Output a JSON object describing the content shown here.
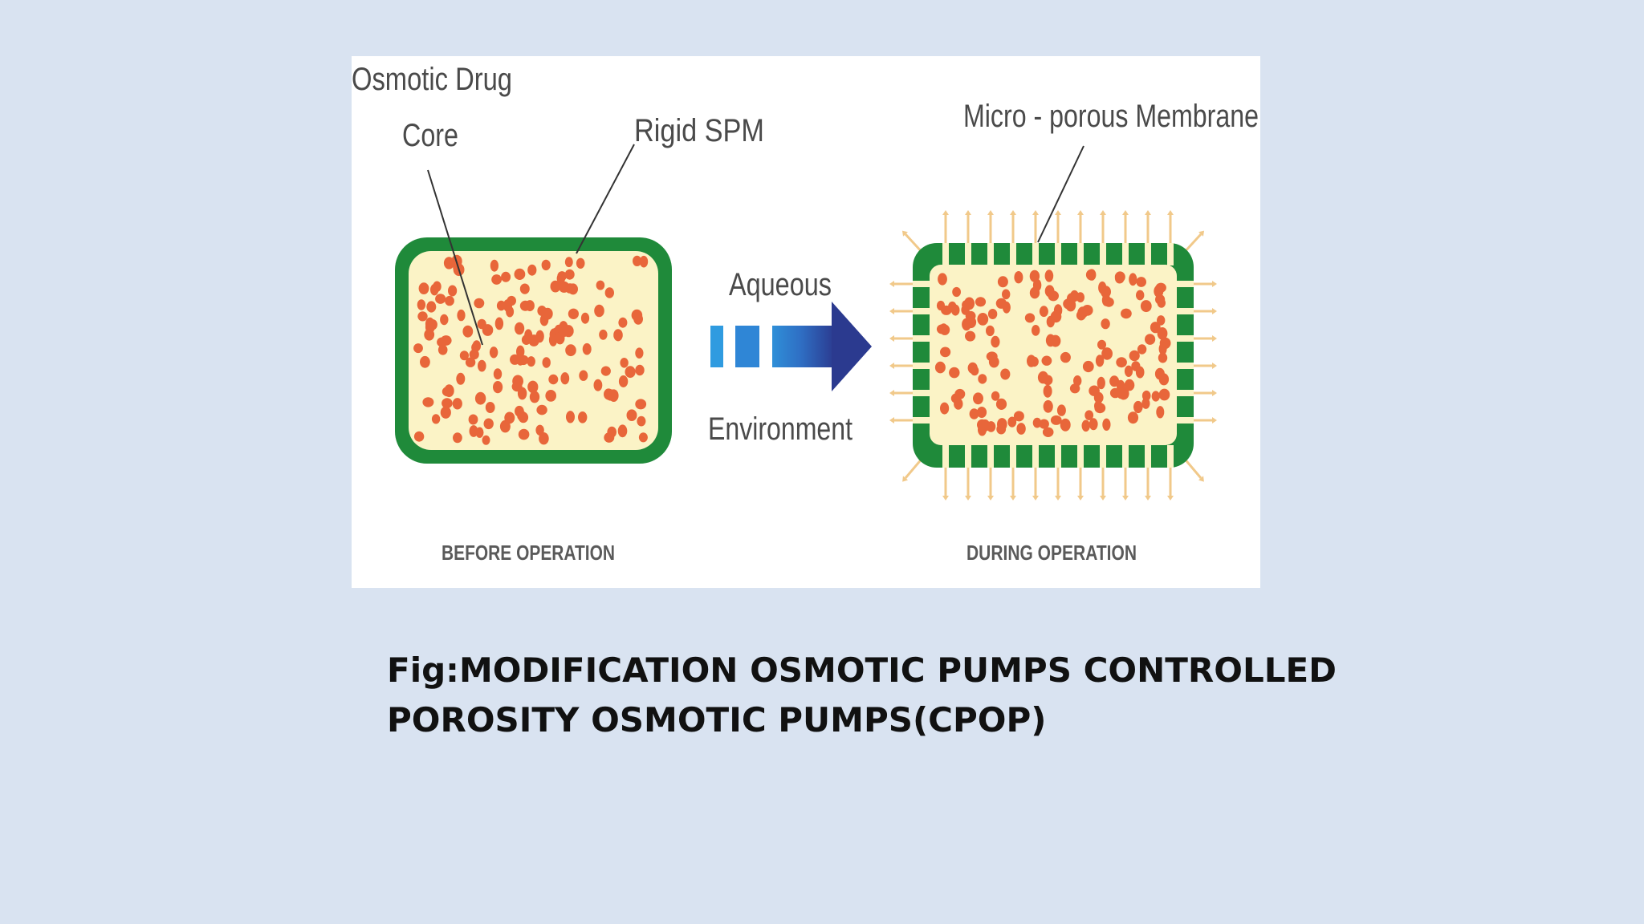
{
  "diagram": {
    "labels": {
      "osmotic_drug_core_line1": "Osmotic Drug",
      "osmotic_drug_core_line2": "Core",
      "rigid_spm": "Rigid SPM",
      "micro_porous_membrane": "Micro - porous Membrane",
      "aqueous": "Aqueous",
      "environment": "Environment",
      "before_operation": "BEFORE OPERATION",
      "during_operation": "DURING OPERATION"
    },
    "colors": {
      "membrane_green": "#1f8a3a",
      "core_fill": "#fbf3c6",
      "drug_particle": "#e8663a",
      "arrow_dark": "#2b3a8f",
      "arrow_light": "#2f8fd8",
      "release_arrow": "#f1c98a"
    }
  },
  "caption": {
    "line1": "Fig:MODIFICATION OSMOTIC PUMPS CONTROLLED",
    "line2": "POROSITY OSMOTIC PUMPS(CPOP)"
  }
}
